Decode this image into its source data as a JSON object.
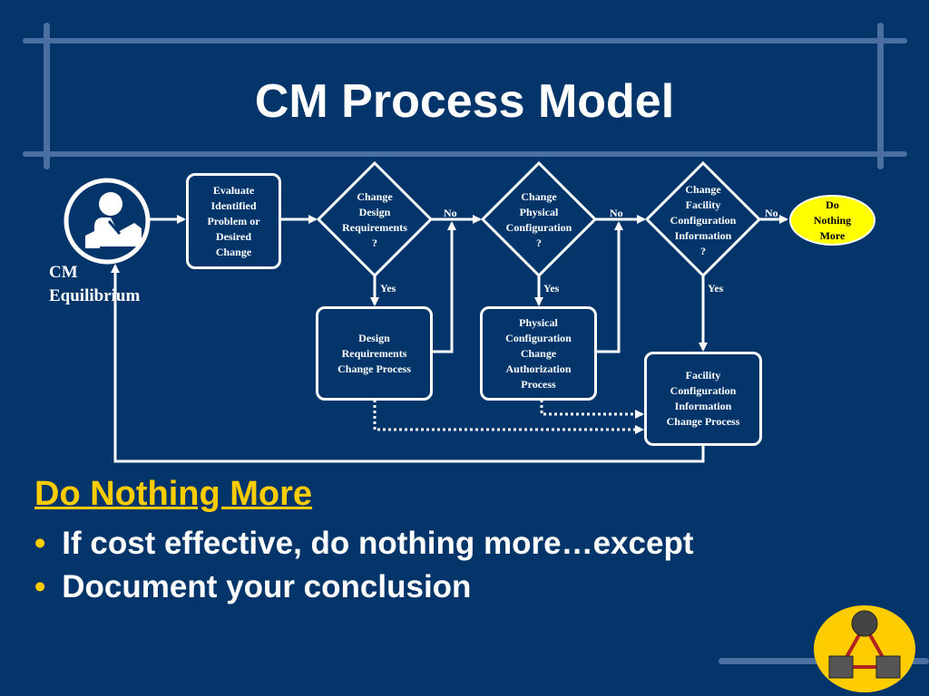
{
  "slide": {
    "title": "CM Process Model"
  },
  "diagram": {
    "start_label": "CM\nEquilibrium",
    "evaluate": "Evaluate\nIdentified\nProblem or\nDesired\nChange",
    "decision_design": "Change\nDesign\nRequirements\n?",
    "decision_physical": "Change\nPhysical\nConfiguration\n?",
    "decision_facility": "Change\nFacility\nConfiguration\nInformation\n?",
    "end": "Do\nNothing\nMore",
    "process_design": "Design\nRequirements\nChange Process",
    "process_physical": "Physical\nConfiguration\nChange\nAuthorization\nProcess",
    "process_facility": "Facility\nConfiguration\nInformation\nChange Process",
    "no_label": "No",
    "yes_label": "Yes"
  },
  "content": {
    "heading": "Do Nothing More",
    "bullets": [
      "If cost effective, do nothing more…except",
      "Document your conclusion"
    ]
  },
  "colors": {
    "background": "#03356b",
    "accent": "#ffcc00",
    "end_fill": "#ffff00",
    "frame": "#4a6fa0"
  },
  "icons": [
    "person-at-desk-icon",
    "triangle-network-logo-icon"
  ]
}
